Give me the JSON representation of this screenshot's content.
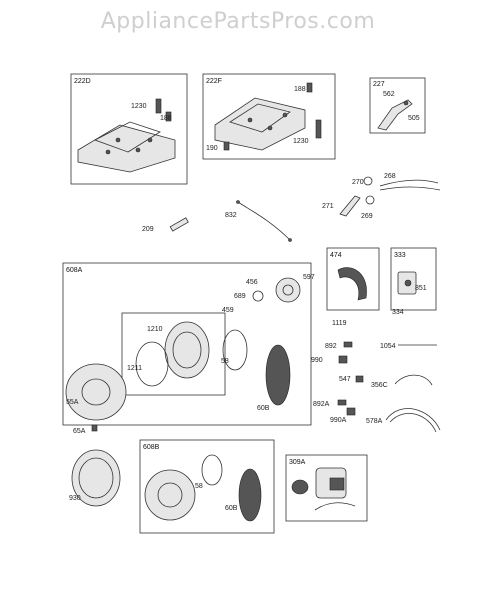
{
  "watermark": "AppliancePartsPros.com",
  "groups": [
    {
      "id": "g222D",
      "label": "222D"
    },
    {
      "id": "g222F",
      "label": "222F"
    },
    {
      "id": "g227",
      "label": "227"
    },
    {
      "id": "g474",
      "label": "474"
    },
    {
      "id": "g333",
      "label": "333"
    },
    {
      "id": "g608A",
      "label": "608A"
    },
    {
      "id": "g608B",
      "label": "608B"
    },
    {
      "id": "g309A",
      "label": "309A"
    }
  ],
  "parts": {
    "p1230a": "1230",
    "p188a": "188",
    "p188b": "188",
    "p190": "190",
    "p1230b": "1230",
    "p562": "562",
    "p505": "505",
    "p270": "270",
    "p268": "268",
    "p271": "271",
    "p269": "269",
    "p209": "209",
    "p832": "832",
    "p851": "851",
    "p334": "334",
    "p1119": "1119",
    "p456": "456",
    "p597": "597",
    "p689": "689",
    "p459": "459",
    "p1210": "1210",
    "p1211": "1211",
    "p58a": "58",
    "p60Ba": "60B",
    "p55A": "55A",
    "p65A": "65A",
    "p892": "892",
    "p990": "990",
    "p1054": "1054",
    "p547": "547",
    "p356C": "356C",
    "p892A": "892A",
    "p990A": "990A",
    "p578A": "578A",
    "p930": "930",
    "p58b": "58",
    "p60Bb": "60B"
  }
}
